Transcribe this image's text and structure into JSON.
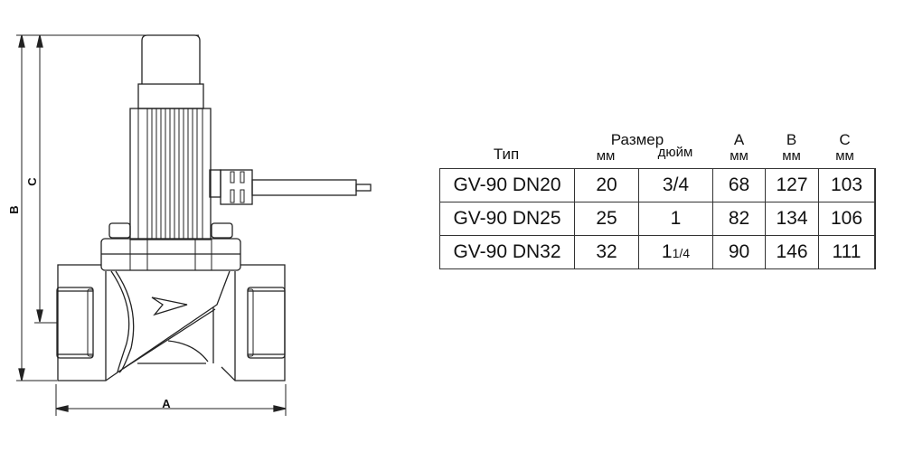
{
  "drawing": {
    "title": "GV-90 gas solenoid valve dimensional drawing",
    "dimension_labels": {
      "a": "A",
      "b": "B",
      "c": "C"
    }
  },
  "table": {
    "headers": {
      "type": "Тип",
      "size_group": "Размер",
      "size_mm": "мм",
      "size_inch": "дюйм",
      "a": "A",
      "a_unit": "мм",
      "b": "B",
      "b_unit": "мм",
      "c": "C",
      "c_unit": "мм"
    },
    "rows": [
      {
        "type": "GV-90 DN20",
        "mm": "20",
        "inch": "3/4",
        "inch_whole": "",
        "inch_frac": "",
        "a": "68",
        "b": "127",
        "c": "103"
      },
      {
        "type": "GV-90 DN25",
        "mm": "25",
        "inch": "1",
        "inch_whole": "",
        "inch_frac": "",
        "a": "82",
        "b": "134",
        "c": "106"
      },
      {
        "type": "GV-90 DN32",
        "mm": "32",
        "inch": "",
        "inch_whole": "1",
        "inch_frac": "1/4",
        "a": "90",
        "b": "146",
        "c": "111"
      }
    ]
  }
}
